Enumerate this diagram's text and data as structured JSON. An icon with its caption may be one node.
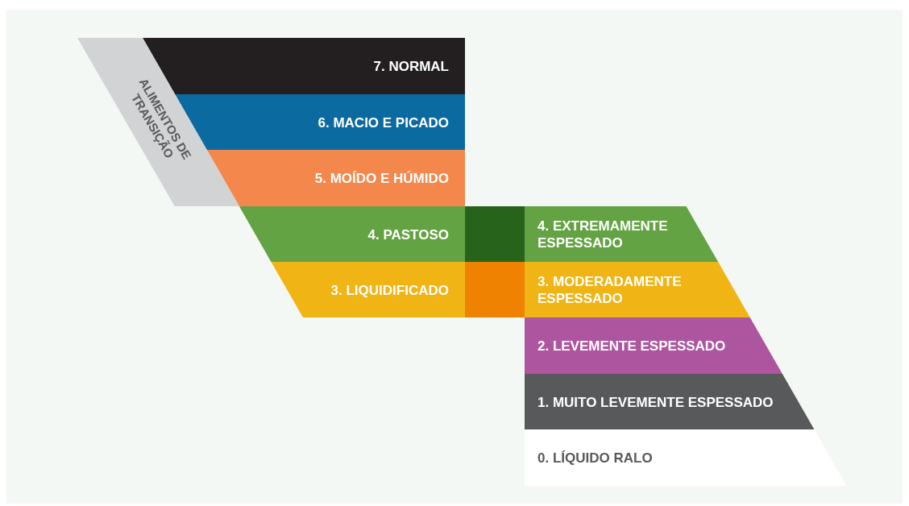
{
  "diagram": {
    "nodes": [
      {
        "text": [
          "ALIMENTOS DE TRANSIÇÃO"
        ]
      },
      {
        "text": [
          "7. NORMAL"
        ]
      },
      {
        "text": [
          "6. MACIO E PICADO"
        ]
      },
      {
        "text": [
          "5. MOÍDO E HÚMIDO"
        ]
      },
      {
        "text": [
          "4. PASTOSO"
        ]
      },
      {
        "text": [
          "3. LIQUIDIFICADO"
        ]
      },
      {
        "text": [],
        "shape": "box"
      },
      {
        "text": [],
        "shape": "box"
      },
      {
        "text": [
          "4. EXTREMAMENTE ESPESSADO"
        ]
      },
      {
        "text": [
          "3. MODERADAMENTE ESPESSADO"
        ]
      },
      {
        "text": [
          "2. LEVEMENTE ESPESSADO"
        ]
      },
      {
        "text": [
          "1. MUITO LEVEMENTE ESPESSADO"
        ]
      },
      {
        "text": [
          "0. LÍQUIDO RALO"
        ]
      }
    ],
    "edges": []
  }
}
